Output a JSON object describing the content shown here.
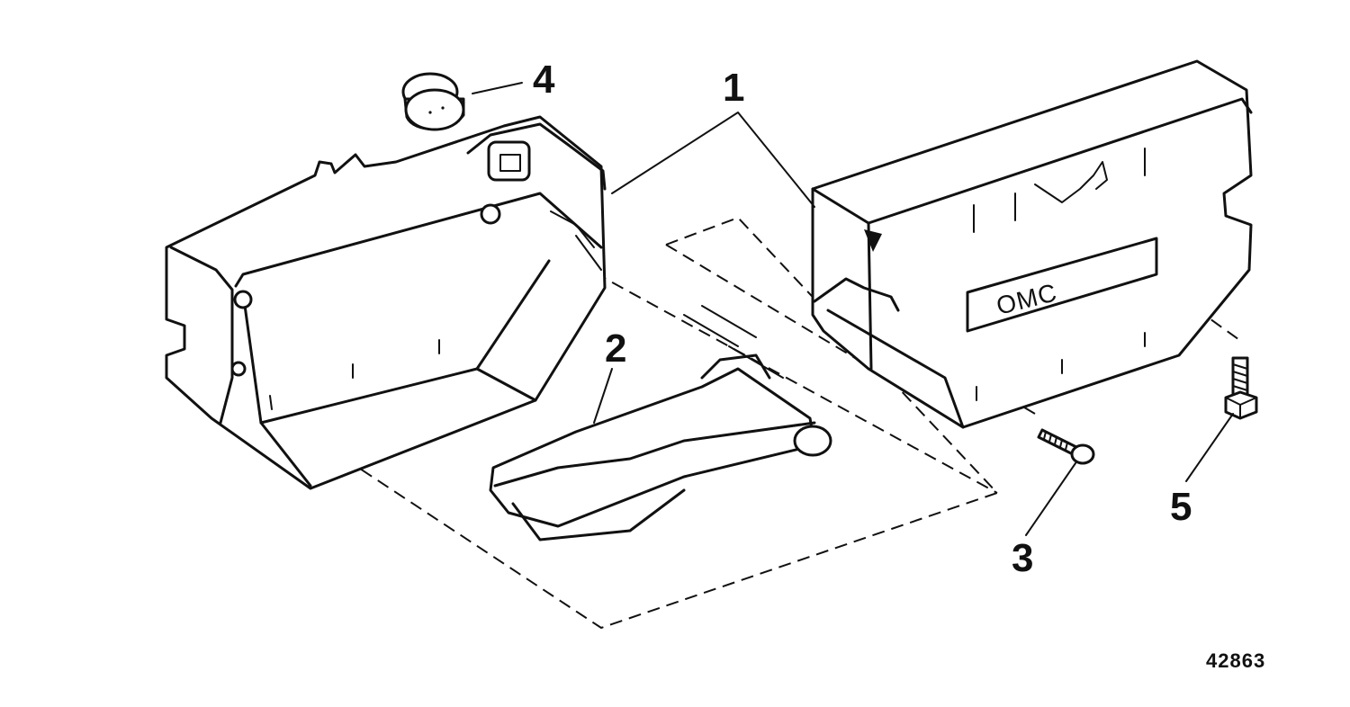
{
  "callouts": [
    {
      "id": "1",
      "label": "1"
    },
    {
      "id": "2",
      "label": "2"
    },
    {
      "id": "3",
      "label": "3"
    },
    {
      "id": "4",
      "label": "4"
    },
    {
      "id": "5",
      "label": "5"
    }
  ],
  "embossed_text": "OMC",
  "figure_number": "42863"
}
